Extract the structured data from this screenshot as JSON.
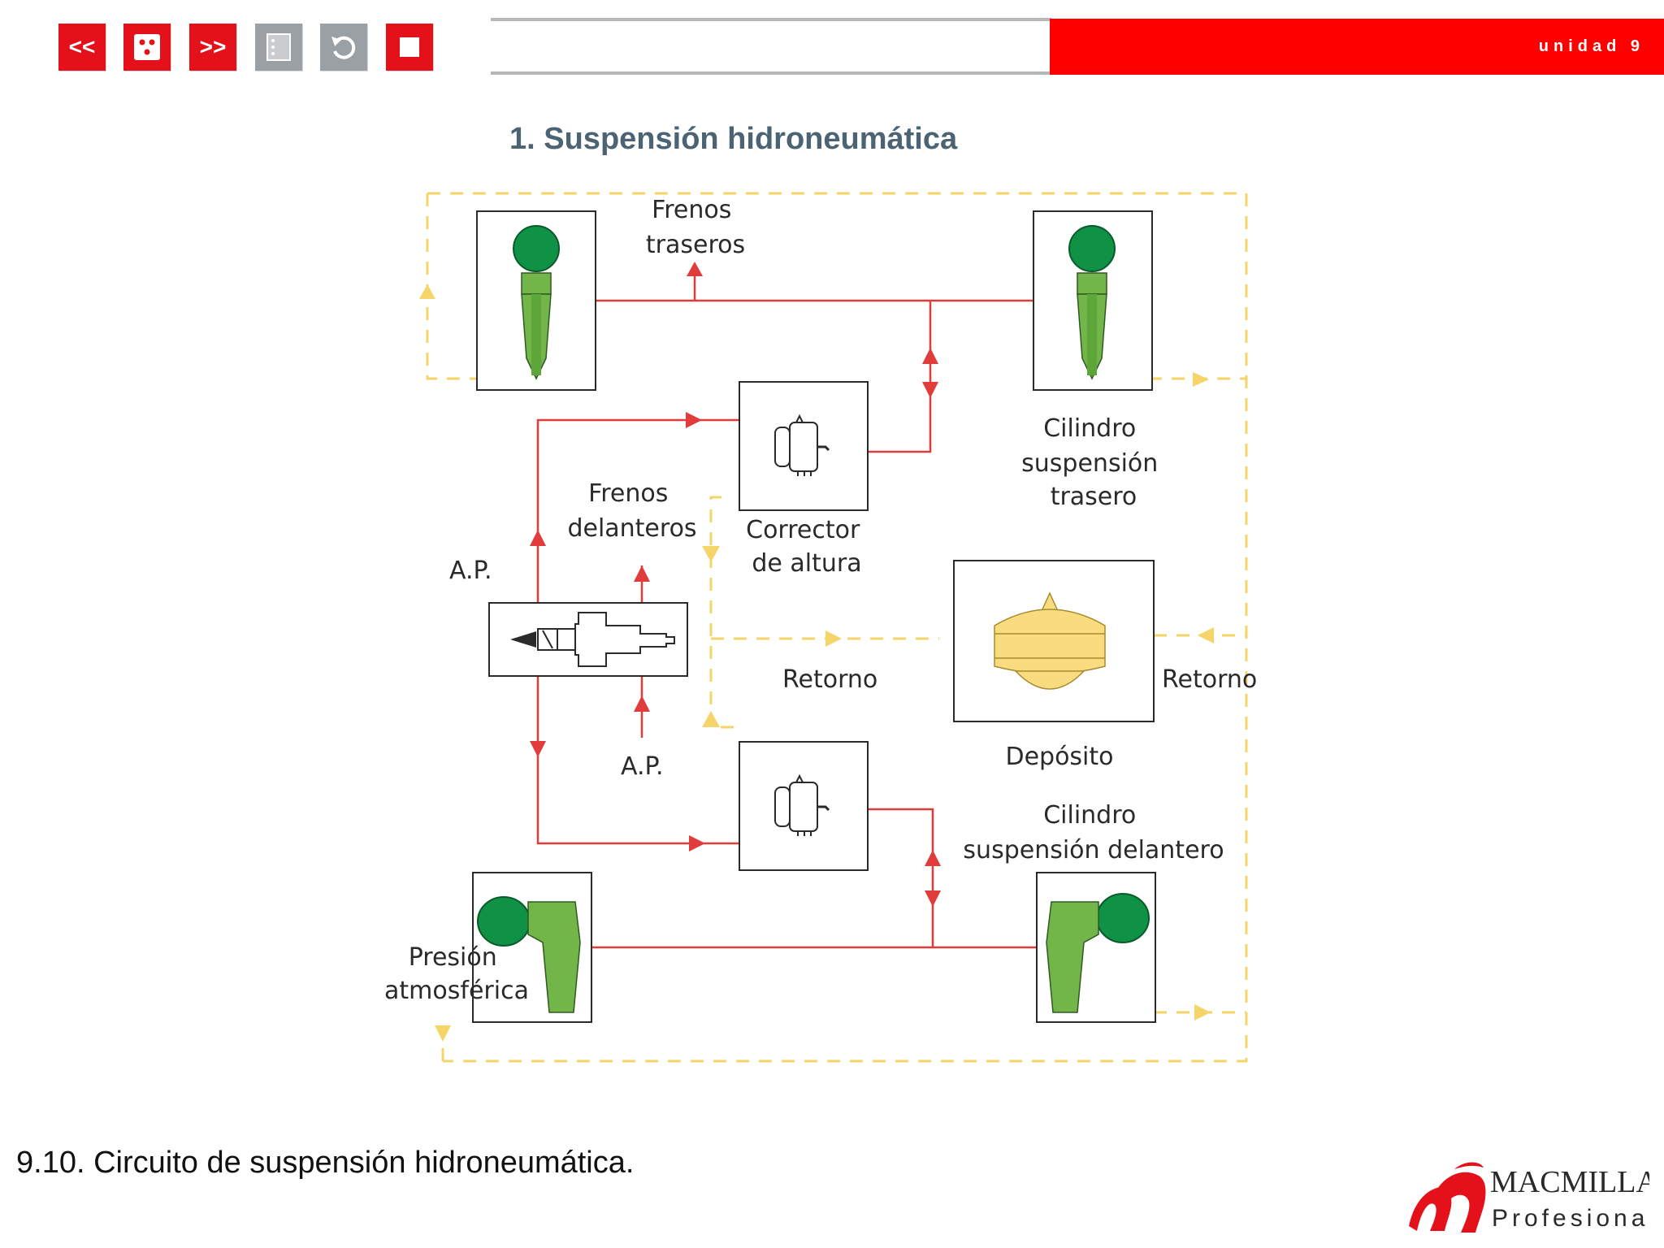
{
  "toolbar": {
    "prev_label": "<<",
    "next_label": ">>",
    "buttons": [
      {
        "name": "previous",
        "icon": "double-left-arrow"
      },
      {
        "name": "index",
        "icon": "dice-icon"
      },
      {
        "name": "next",
        "icon": "double-right-arrow"
      },
      {
        "name": "list",
        "icon": "list-icon"
      },
      {
        "name": "back",
        "icon": "undo-icon"
      },
      {
        "name": "stop",
        "icon": "stop-icon"
      }
    ]
  },
  "header": {
    "unit": "unidad 9"
  },
  "slide": {
    "title": "1. Suspensión hidroneumática"
  },
  "diagram": {
    "labels": {
      "frenos_traseros": [
        "Frenos",
        "traseros"
      ],
      "cilindro_trasero": [
        "Cilindro",
        "suspensión",
        "trasero"
      ],
      "frenos_delanteros": [
        "Frenos",
        "delanteros"
      ],
      "corrector": [
        "Corrector",
        "de altura"
      ],
      "ap_left": "A.P.",
      "ap_bottom": "A.P.",
      "retorno_center": "Retorno",
      "retorno_right": "Retorno",
      "deposito": "Depósito",
      "cilindro_delantero": [
        "Cilindro",
        "suspensión delantero"
      ],
      "presion": [
        "Presión",
        "atmosférica"
      ]
    }
  },
  "caption": "9.10. Circuito de suspensión hidroneumática.",
  "logo": {
    "line1": "MACMILLAN",
    "line2": "Profesional"
  },
  "colors": {
    "brand_red": "#e4111b",
    "banner_red": "#ff0000",
    "title_grey": "#4b6373",
    "pressure_line": "#e03c3c",
    "return_line": "#f5d46a",
    "sphere_green": "#0f9146",
    "cylinder_green": "#72b64a",
    "reservoir_yellow": "#f9dc7f"
  }
}
